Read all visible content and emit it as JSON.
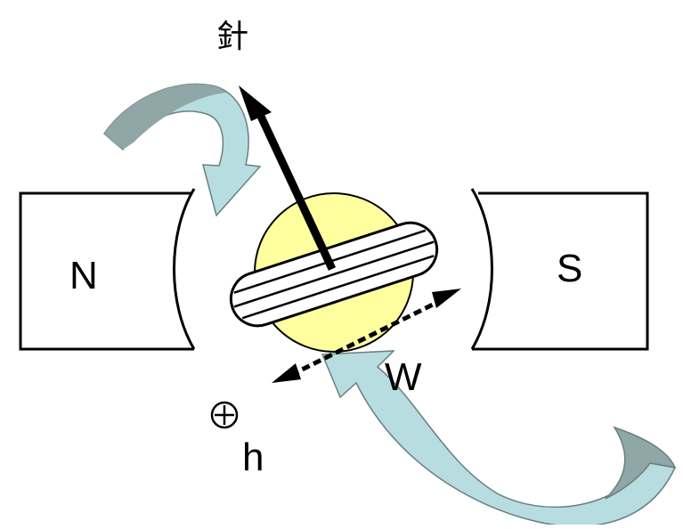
{
  "labels": {
    "needle": "針",
    "north_pole": "N",
    "south_pole": "S",
    "coil_width": "W",
    "height": "h"
  },
  "colors": {
    "magnet_outline": "#000000",
    "core_fill": "#ffffa0",
    "arrow_fill_light": "#b8dde0",
    "arrow_fill_dark": "#8fa7a7",
    "needle": "#000000",
    "coil_fill": "#ffffff"
  },
  "icons": {
    "height_marker": "circle-plus-icon",
    "rotation_arrows": "curved-arrow-icon",
    "width_indicator": "double-headed-dashed-arrow-icon"
  }
}
